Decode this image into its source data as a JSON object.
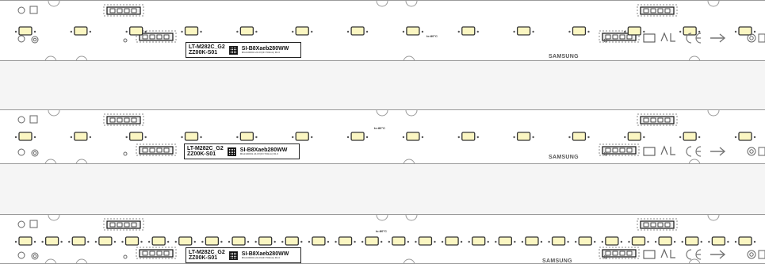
{
  "strips": [
    {
      "id": "strip-1",
      "label_line1": "LT-M282C_G2",
      "label_line2": "ZZ00K-S01",
      "part": "SI-B8Xaeb280WW",
      "spec": "MG2100001 24.0V(IF=700mA) R1.0",
      "temp": "tc:80°C",
      "brand": "SAMSUNG",
      "led_count": 14
    },
    {
      "id": "strip-2",
      "label_line1": "LT-M282C_G2",
      "label_line2": "ZZ00K-S01",
      "part": "SI-B8Xaeb280WW",
      "spec": "MG2100001 24.0V(IF=700mA) R1.0",
      "temp": "tc:80°C",
      "brand": "SAMSUNG",
      "led_count": 14
    },
    {
      "id": "strip-3",
      "label_line1": "LT-M282C_G2",
      "label_line2": "ZZ00K-S01",
      "part": "SI-B8Xaeb280WW",
      "spec": "MG2100001 24.0V(IF=700mA) R1.0",
      "temp": "tc:80°C",
      "brand": "SAMSUNG",
      "led_count": 28
    }
  ],
  "colors": {
    "led_fill": "#fbf6c2",
    "led_border": "#333333",
    "board": "#ffffff",
    "outline": "#9a9a9a"
  }
}
